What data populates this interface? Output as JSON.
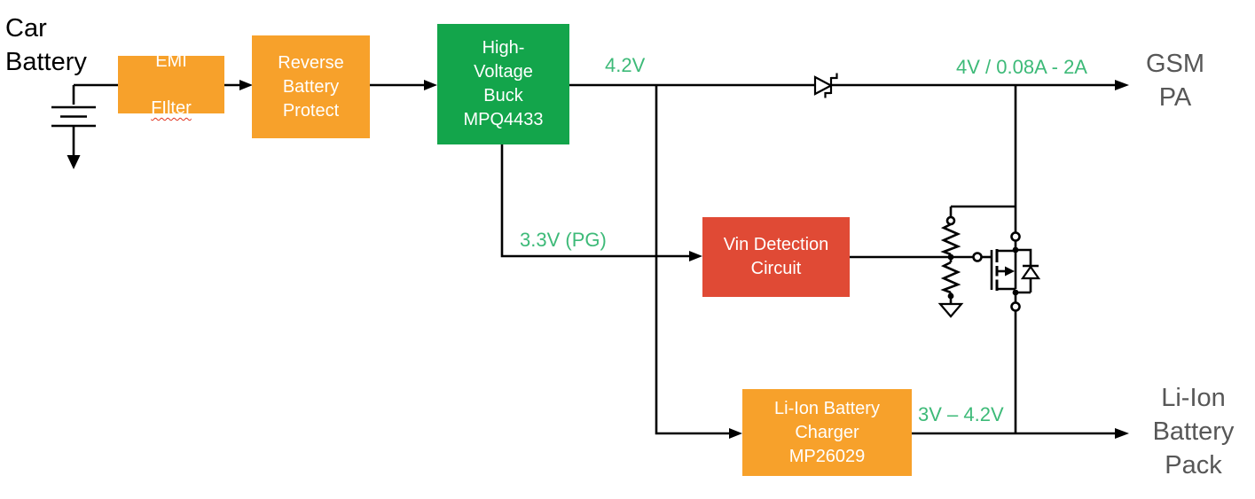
{
  "colors": {
    "orange": "#F7A12B",
    "green": "#13A54B",
    "red": "#E04A35",
    "green_text": "#3DBA78",
    "gray_text": "#575757",
    "black_text": "#000000",
    "squiggle": "#E03220"
  },
  "labels": {
    "car_battery": "Car\nBattery",
    "gsm_pa": "GSM\nPA",
    "liion_pack": "Li-Ion\nBattery\nPack"
  },
  "blocks": {
    "emi_filter": {
      "line1": "EMI",
      "line2": "FIlter"
    },
    "reverse_protect": {
      "label": "Reverse\nBattery\nProtect"
    },
    "hv_buck": {
      "label": "High-\nVoltage\nBuck\nMPQ4433"
    },
    "vin_detection": {
      "label": "Vin Detection\nCircuit"
    },
    "liion_charger": {
      "label": "Li-Ion Battery\nCharger\nMP26029"
    }
  },
  "net_labels": {
    "buck_output": "4.2V",
    "power_good": "3.3V (PG)",
    "gsm_rail": "4V / 0.08A - 2A",
    "battery_rail": "3V – 4.2V"
  }
}
